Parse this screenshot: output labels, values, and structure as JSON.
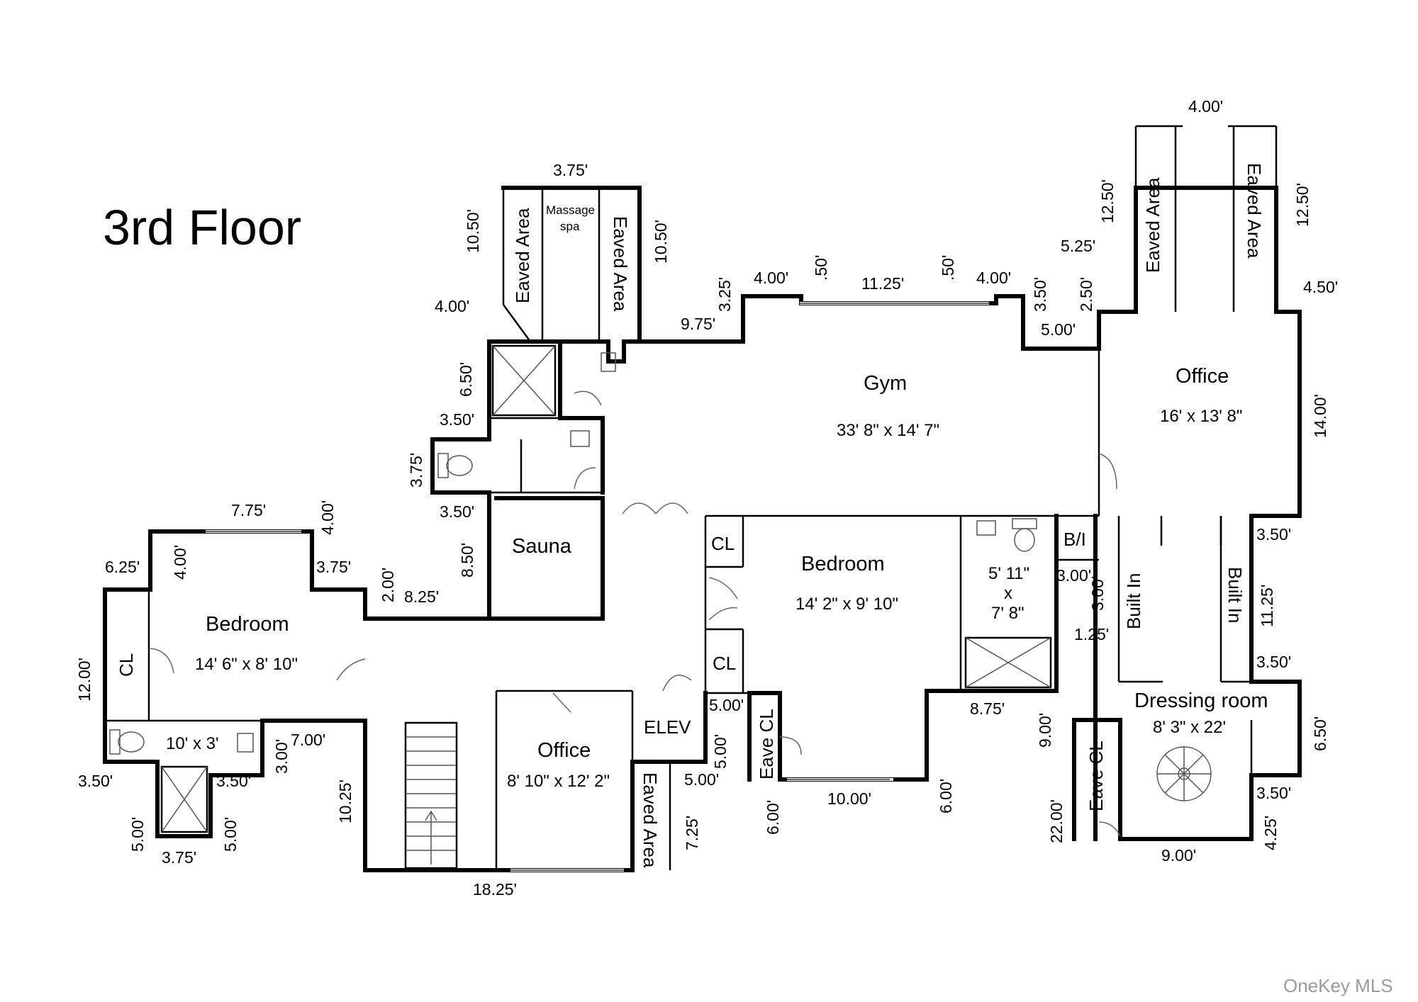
{
  "title": "3rd Floor",
  "watermark": "OneKey MLS",
  "rooms": {
    "gym": {
      "name": "Gym",
      "size": "33' 8\" x 14' 7\""
    },
    "office_right": {
      "name": "Office",
      "size": "16' x 13' 8\""
    },
    "bedroom_center": {
      "name": "Bedroom",
      "size": "14' 2\" x 9' 10\""
    },
    "bedroom_left": {
      "name": "Bedroom",
      "size": "14' 6\" x 8' 10\""
    },
    "office_bottom": {
      "name": "Office",
      "size": "8' 10\" x 12' 2\""
    },
    "dressing": {
      "name": "Dressing room",
      "size": "8' 3\" x 22'"
    },
    "sauna": {
      "name": "Sauna"
    },
    "elev": {
      "name": "ELEV"
    },
    "b_i": {
      "name": "B/I"
    },
    "cl_center_top": {
      "name": "CL"
    },
    "cl_center_bottom": {
      "name": "CL"
    },
    "cl_left": {
      "name": "CL"
    },
    "eave_cl_center": {
      "name": "Eave CL"
    },
    "eave_cl_right": {
      "name": "Eave CL"
    },
    "bath_left": {
      "size": "10' x 3'"
    },
    "bath_center": {
      "size_line1": "5' 11\"",
      "size_line2": "x",
      "size_line3": "7' 8\""
    },
    "massage": {
      "line1": "Massage",
      "line2": "spa"
    },
    "eaved_top_left": {
      "name": "Eaved Area"
    },
    "eaved_top_mid": {
      "name": "Eaved Area"
    },
    "eaved_right_1": {
      "name": "Eaved Area"
    },
    "eaved_right_2": {
      "name": "Eaved Area"
    },
    "eaved_bottom": {
      "name": "Eaved Area"
    },
    "built_in_1": {
      "name": "Built In"
    },
    "built_in_2": {
      "name": "Built In"
    }
  },
  "dims": {
    "d_375_top": "3.75'",
    "d_1050_l": "10.50'",
    "d_1050_r": "10.50'",
    "d_400_a": "4.00'",
    "d_650_a": "6.50'",
    "d_350_a": "3.50'",
    "d_375_b": "3.75'",
    "d_350_b": "3.50'",
    "d_850_a": "8.50'",
    "d_975": "9.75'",
    "d_325": "3.25'",
    "d_400_b": "4.00'",
    "d_50_a": ".50'",
    "d_1125_a": "11.25'",
    "d_50_b": ".50'",
    "d_400_c": "4.00'",
    "d_350_c": "3.50'",
    "d_500_a": "5.00'",
    "d_250": "2.50'",
    "d_525": "5.25'",
    "d_1250_l": "12.50'",
    "d_400_top": "4.00'",
    "d_1250_r": "12.50'",
    "d_450": "4.50'",
    "d_1400": "14.00'",
    "d_350_d": "3.50'",
    "d_1125_b": "11.25'",
    "d_350_e": "3.50'",
    "d_650_b": "6.50'",
    "d_350_f": "3.50'",
    "d_425": "4.25'",
    "d_900_a": "9.00'",
    "d_2200": "22.00'",
    "d_900_b": "9.00'",
    "d_300_a": "3.00'",
    "d_300_b": "3.00'",
    "d_125": "1.25'",
    "d_875": "8.75'",
    "d_600_a": "6.00'",
    "d_1000": "10.00'",
    "d_600_b": "6.00'",
    "d_500_b": "5.00'",
    "d_500_c": "5.00'",
    "d_500_d": "5.00'",
    "d_725": "7.25'",
    "d_1825": "18.25'",
    "d_1025": "10.25'",
    "d_700": "7.00'",
    "d_300_c": "3.00'",
    "d_350_g": "3.50'",
    "d_350_h": "3.50'",
    "d_500_e": "5.00'",
    "d_500_f": "5.00'",
    "d_375_c": "3.75'",
    "d_1200": "12.00'",
    "d_625": "6.25'",
    "d_400_d": "4.00'",
    "d_775": "7.75'",
    "d_400_e": "4.00'",
    "d_375_d": "3.75'",
    "d_200": "2.00'",
    "d_825": "8.25'"
  }
}
